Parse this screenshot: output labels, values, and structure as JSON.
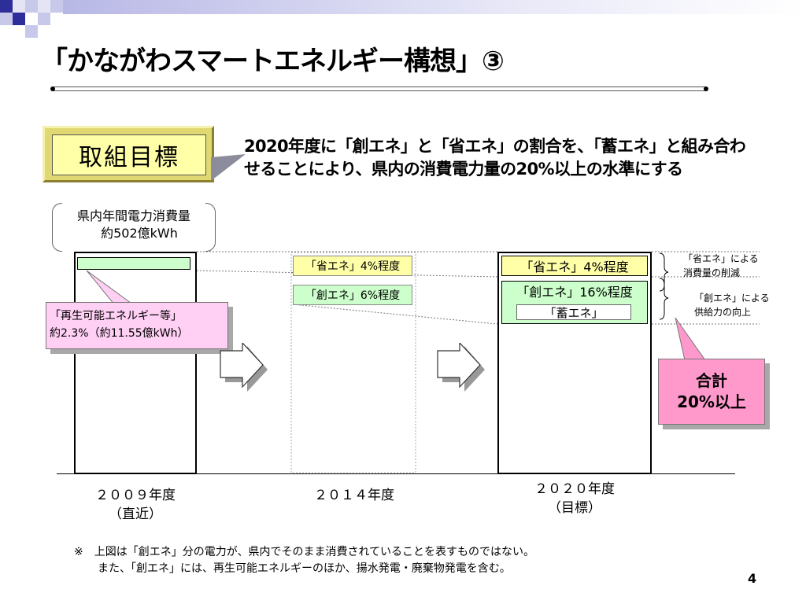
{
  "title": "「かながわスマートエネルギー構想」③",
  "goal": {
    "label": "取組目標",
    "text_line1": "2020年度に「創エネ」と「省エネ」の割合を、「蓄エネ」と組み合わ",
    "text_line2": "せることにより、県内の消費電力量の20%以上の水準にする"
  },
  "consumption": {
    "line1": "県内年間電力消費量",
    "line2": "約502億kWh"
  },
  "renewable": {
    "line1": "「再生可能エネルギー等」",
    "line2": "約2.3%（約11.55億kWh）"
  },
  "mid": {
    "saving": "「省エネ」4%程度",
    "creation": "「創エネ」6%程度"
  },
  "target": {
    "saving": "「省エネ」4%程度",
    "creation": "「創エネ」16%程度",
    "storage": "「蓄エネ」"
  },
  "side_notes": {
    "saving_line1": "「省エネ」による",
    "saving_line2": "消費量の削減",
    "creation_line1": "「創エネ」による",
    "creation_line2": "供給力の向上"
  },
  "total": {
    "line1": "合計",
    "line2": "20%以上"
  },
  "xaxis": {
    "y2009_line1": "２００９年度",
    "y2009_line2": "（直近）",
    "y2014": "２０１４年度",
    "y2020_line1": "２０２０年度",
    "y2020_line2": "（目標）"
  },
  "note": {
    "line1": "※　上図は「創エネ」分の電力が、県内でそのまま消費されていることを表すものではない。",
    "line2": "また、「創エネ」には、再生可能エネルギーのほか、揚水発電・廃棄物発電を含む。"
  },
  "page_number": "4",
  "colors": {
    "saving_fill": "#ffffa8",
    "creation_fill": "#ccffcc",
    "callout_pink": "#ffd0f4",
    "total_pink": "#ff99cc",
    "header_squares": "#3333aa"
  }
}
